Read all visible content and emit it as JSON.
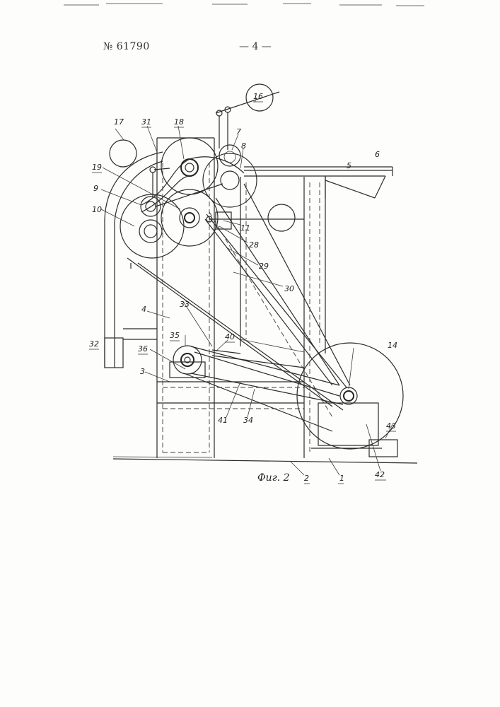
{
  "header": {
    "patent_number": "№ 61790",
    "page_number": "— 4 —"
  },
  "figure": {
    "caption": "Фиг. 2",
    "labels": {
      "l1": "1",
      "l2": "2",
      "l3": "3",
      "l4": "4",
      "l5": "5",
      "l6": "6",
      "l7": "7",
      "l8": "8",
      "l9": "9",
      "l10": "10",
      "l11": "11",
      "l14": "14",
      "l16": "16",
      "l17": "17",
      "l18": "18",
      "l19": "19",
      "l28": "28",
      "l29": "29",
      "l30": "30",
      "l31": "31",
      "l32": "32",
      "l33": "33",
      "l34": "34",
      "l35": "35",
      "l36": "36",
      "l40": "40",
      "l41": "41",
      "l42": "42",
      "l43": "43"
    }
  }
}
